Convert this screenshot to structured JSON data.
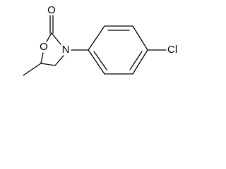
{
  "structure": {
    "atoms": {
      "carbonyl_oxygen": "O",
      "ring_oxygen": "O",
      "ring_nitrogen": "N",
      "chlorine": "Cl"
    }
  },
  "colors": {
    "bond": "#000000",
    "label": "#000000",
    "background": "#ffffff"
  }
}
